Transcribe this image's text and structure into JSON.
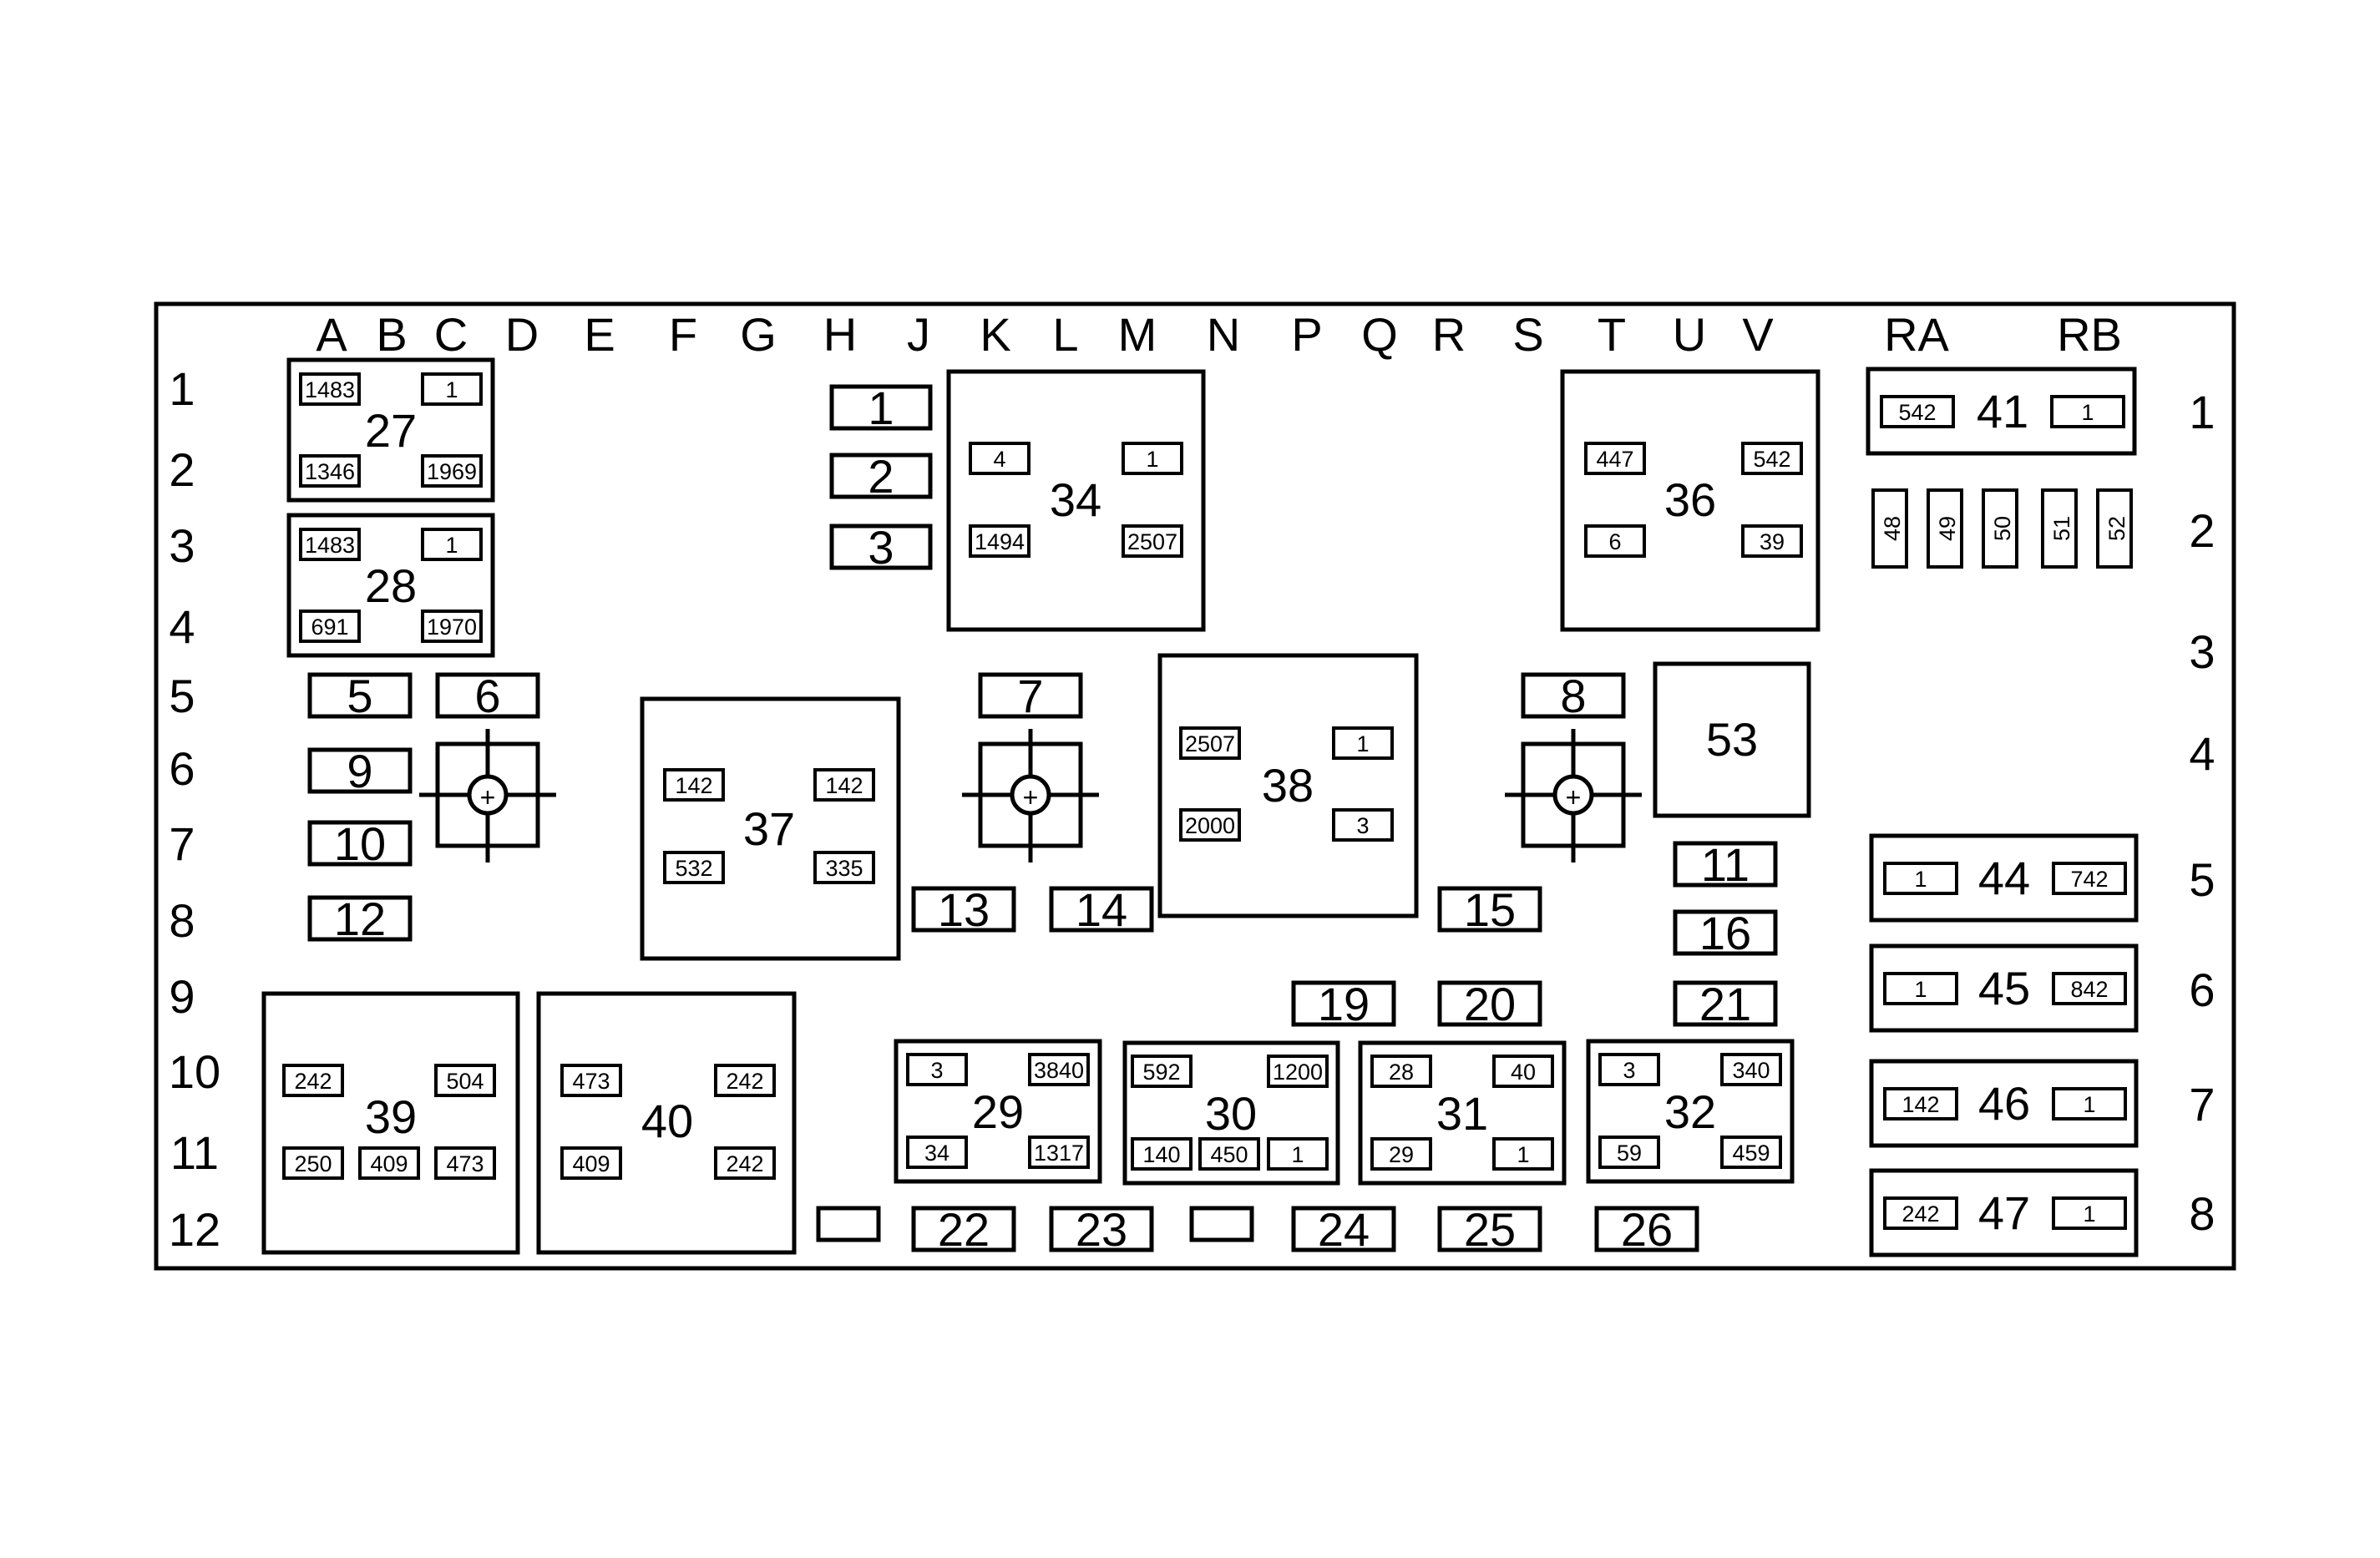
{
  "columns": [
    "A",
    "B",
    "C",
    "D",
    "E",
    "F",
    "G",
    "H",
    "J",
    "K",
    "L",
    "M",
    "N",
    "P",
    "Q",
    "R",
    "S",
    "T",
    "U",
    "V",
    "RA",
    "RB"
  ],
  "left_rows": [
    "1",
    "2",
    "3",
    "4",
    "5",
    "6",
    "7",
    "8",
    "9",
    "10",
    "11",
    "12"
  ],
  "right_rows": [
    "1",
    "2",
    "3",
    "4",
    "5",
    "6",
    "7",
    "8"
  ],
  "fuses": [
    "1",
    "2",
    "3",
    "5",
    "6",
    "7",
    "8",
    "9",
    "10",
    "11",
    "12",
    "13",
    "14",
    "15",
    "16",
    "19",
    "20",
    "21",
    "22",
    "23",
    "24",
    "25",
    "26"
  ],
  "mini_fuses": [
    "48",
    "49",
    "50",
    "51",
    "52"
  ],
  "relay_27": {
    "label": "27",
    "terms": [
      "1483",
      "1",
      "1346",
      "1969"
    ]
  },
  "relay_28": {
    "label": "28",
    "terms": [
      "1483",
      "1",
      "691",
      "1970"
    ]
  },
  "relay_34": {
    "label": "34",
    "terms": [
      "4",
      "1",
      "1494",
      "2507"
    ]
  },
  "relay_36": {
    "label": "36",
    "terms": [
      "447",
      "542",
      "6",
      "39"
    ]
  },
  "relay_37": {
    "label": "37",
    "terms": [
      "142",
      "142",
      "532",
      "335"
    ]
  },
  "relay_38": {
    "label": "38",
    "terms": [
      "2507",
      "1",
      "2000",
      "3"
    ]
  },
  "relay_39": {
    "label": "39",
    "terms": [
      "242",
      "504",
      "250",
      "409",
      "473"
    ]
  },
  "relay_40": {
    "label": "40",
    "terms": [
      "473",
      "242",
      "409",
      "242"
    ]
  },
  "relay_29": {
    "label": "29",
    "terms": [
      "3",
      "3840",
      "34",
      "1317"
    ]
  },
  "relay_30": {
    "label": "30",
    "terms": [
      "592",
      "1200",
      "140",
      "450",
      "1"
    ]
  },
  "relay_31": {
    "label": "31",
    "terms": [
      "28",
      "40",
      "29",
      "1"
    ]
  },
  "relay_32": {
    "label": "32",
    "terms": [
      "3",
      "340",
      "59",
      "459"
    ]
  },
  "relay_41": {
    "label": "41",
    "terms": [
      "542",
      "1"
    ]
  },
  "relay_44": {
    "label": "44",
    "terms": [
      "1",
      "742"
    ]
  },
  "relay_45": {
    "label": "45",
    "terms": [
      "1",
      "842"
    ]
  },
  "relay_46": {
    "label": "46",
    "terms": [
      "142",
      "1"
    ]
  },
  "relay_47": {
    "label": "47",
    "terms": [
      "242",
      "1"
    ]
  },
  "block_53": {
    "label": "53"
  }
}
